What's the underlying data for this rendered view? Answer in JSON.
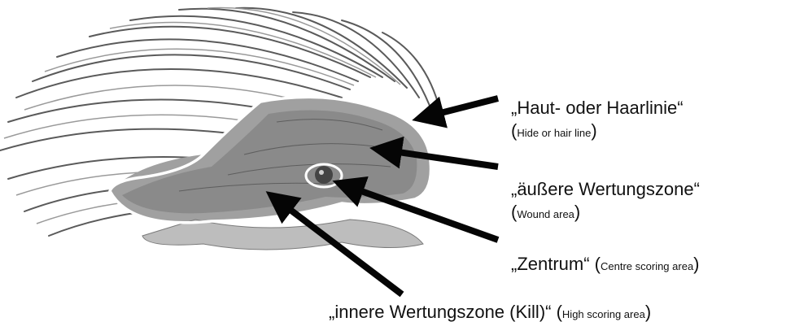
{
  "diagram": {
    "colors": {
      "arrow": "#050505",
      "outline": "#ffffff",
      "illustration_dark": "#4a4a4a",
      "illustration_mid": "#8c8c8c",
      "illustration_light": "#c8c8c8"
    },
    "illustration_icon": "porcupine-head-illustration",
    "labels": {
      "hair_line": {
        "main": "„Haut- oder Haarlinie“",
        "open": "(",
        "sub": "Hide or hair line",
        "close": ")"
      },
      "wound_area": {
        "main": "„äußere Wertungszone“",
        "open": "(",
        "sub": "Wound area",
        "close": ")"
      },
      "centre": {
        "main": "„Zentrum“ (",
        "sub": "Centre scoring area",
        "close": ")"
      },
      "kill": {
        "main": "„innere Wertungszone (Kill)“ (",
        "sub": "High scoring area",
        "close": ")"
      }
    }
  }
}
